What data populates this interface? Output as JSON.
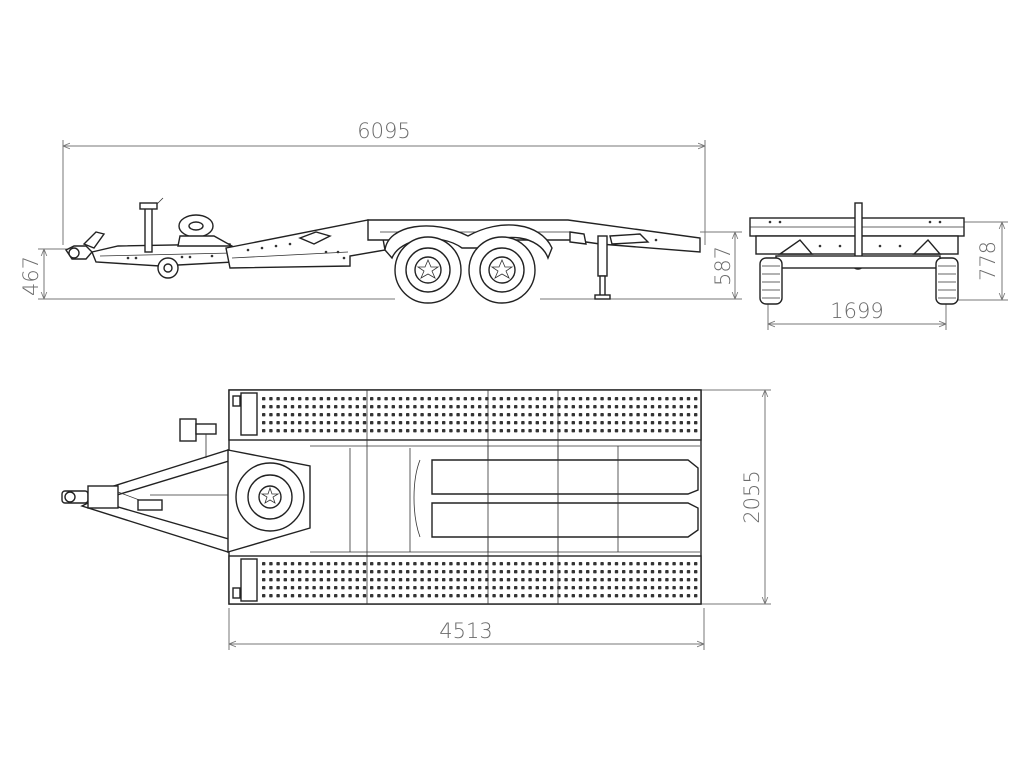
{
  "dimensions": {
    "side_length": "6095",
    "side_drawbar_height": "467",
    "side_deck_height": "587",
    "rear_height": "778",
    "rear_width": "1699",
    "top_width": "2055",
    "top_deck_length": "4513"
  }
}
